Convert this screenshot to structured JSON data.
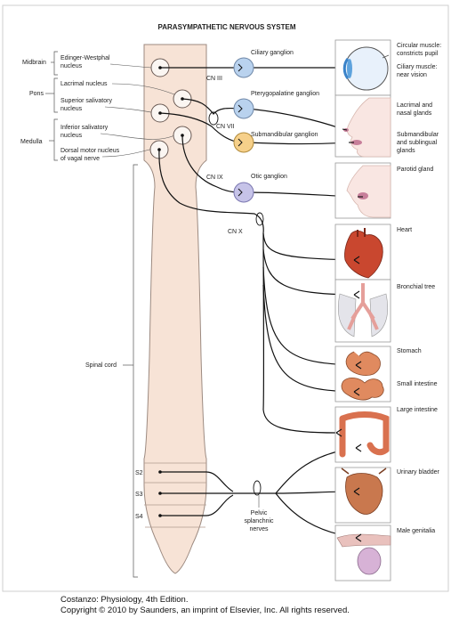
{
  "title": "PARASYMPATHETIC NERVOUS SYSTEM",
  "regions": {
    "midbrain": "Midbrain",
    "pons": "Pons",
    "medulla": "Medulla",
    "spinal_cord": "Spinal cord"
  },
  "nuclei": {
    "edinger_1": "Edinger-Westphal",
    "edinger_2": "nucleus",
    "lacrimal": "Lacrimal nucleus",
    "sup_sal_1": "Superior salivatory",
    "sup_sal_2": "nucleus",
    "inf_sal_1": "Inferior salivatory",
    "inf_sal_2": "nucleus",
    "vagal_1": "Dorsal motor nucleus",
    "vagal_2": "of vagal nerve"
  },
  "nerves": {
    "cn3": "CN III",
    "cn7": "CN VII",
    "cn9": "CN IX",
    "cn10": "CN X",
    "pelvic_1": "Pelvic",
    "pelvic_2": "splanchnic",
    "pelvic_3": "nerves"
  },
  "ganglia": {
    "ciliary": "Ciliary ganglion",
    "ptery": "Pterygopalatine ganglion",
    "submand": "Submandibular ganglion",
    "otic": "Otic ganglion"
  },
  "segments": [
    "S2",
    "S3",
    "S4"
  ],
  "organs": {
    "eye_1a": "Circular muscle:",
    "eye_1b": "constricts pupil",
    "eye_2a": "Ciliary muscle:",
    "eye_2b": "near vision",
    "lacrimal_a": "Lacrimal and",
    "lacrimal_b": "nasal glands",
    "submand_a": "Submandibular",
    "submand_b": "and sublingual",
    "submand_c": "glands",
    "parotid": "Parotid gland",
    "heart": "Heart",
    "bronchial": "Bronchial tree",
    "stomach": "Stomach",
    "small_int": "Small intestine",
    "large_int": "Large intestine",
    "bladder": "Urinary bladder",
    "genitalia": "Male genitalia"
  },
  "caption": {
    "line1": "Costanzo: Physiology, 4th Edition.",
    "line2": "Copyright © 2010 by Saunders, an imprint of Elsevier, Inc. All rights reserved."
  },
  "colors": {
    "cord": "#f7e3d6",
    "ganglion_blue": "#b9d2ee",
    "ganglion_orange": "#f6d08a",
    "ganglion_purple": "#c6c3e8",
    "organ_red": "#c9472f",
    "skin": "#f9e6e2"
  }
}
